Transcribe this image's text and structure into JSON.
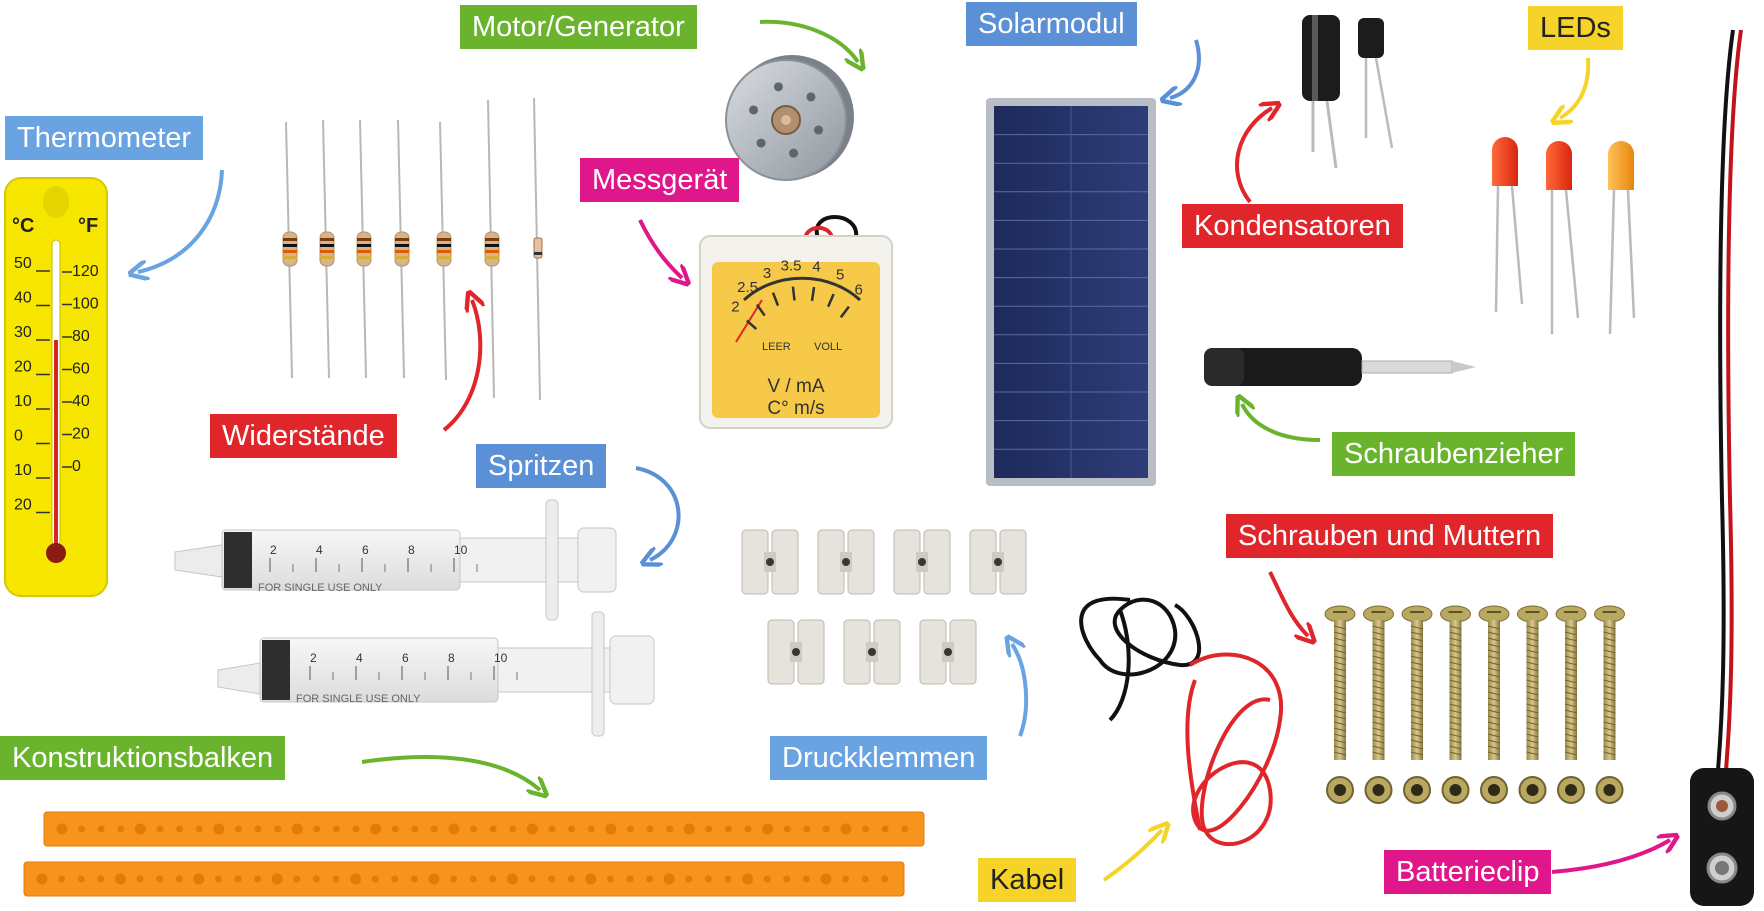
{
  "colors": {
    "green": "#6ab42d",
    "blue": "#5b8fd6",
    "light_blue": "#69a3e2",
    "red": "#e0262b",
    "magenta": "#e0168b",
    "yellow": "#f5d328",
    "thermometer": "#f6e600",
    "beam": "#f7941d",
    "meter_face": "#f7c948"
  },
  "labels": {
    "motor": "Motor/Generator",
    "solar": "Solarmodul",
    "leds": "LEDs",
    "thermometer": "Thermometer",
    "meter": "Messgerät",
    "capacitors": "Kondensatoren",
    "resistors": "Widerstände",
    "syringes": "Spritzen",
    "screwdriver": "Schraubenzieher",
    "screws": "Schrauben und Muttern",
    "beams": "Konstruktionsbalken",
    "clamps": "Druckklemmen",
    "cable": "Kabel",
    "battery_clip": "Batterieclip"
  },
  "thermometer": {
    "unit_c": "°C",
    "unit_f": "°F",
    "celsius_ticks": [
      "50",
      "40",
      "30",
      "20",
      "10",
      "0",
      "10",
      "20"
    ],
    "fahrenheit_ticks": [
      "120",
      "100",
      "80",
      "60",
      "40",
      "20",
      "0"
    ]
  },
  "meter": {
    "scale": [
      "2",
      "2.5",
      "3",
      "3.5",
      "4",
      "5",
      "6"
    ],
    "leer": "LEER",
    "voll": "VOLL",
    "units_line1": "V / mA",
    "units_line2": "C° m/s"
  },
  "syringe": {
    "marks": [
      "2",
      "4",
      "6",
      "8",
      "10"
    ],
    "print": "FOR SINGLE USE ONLY"
  }
}
